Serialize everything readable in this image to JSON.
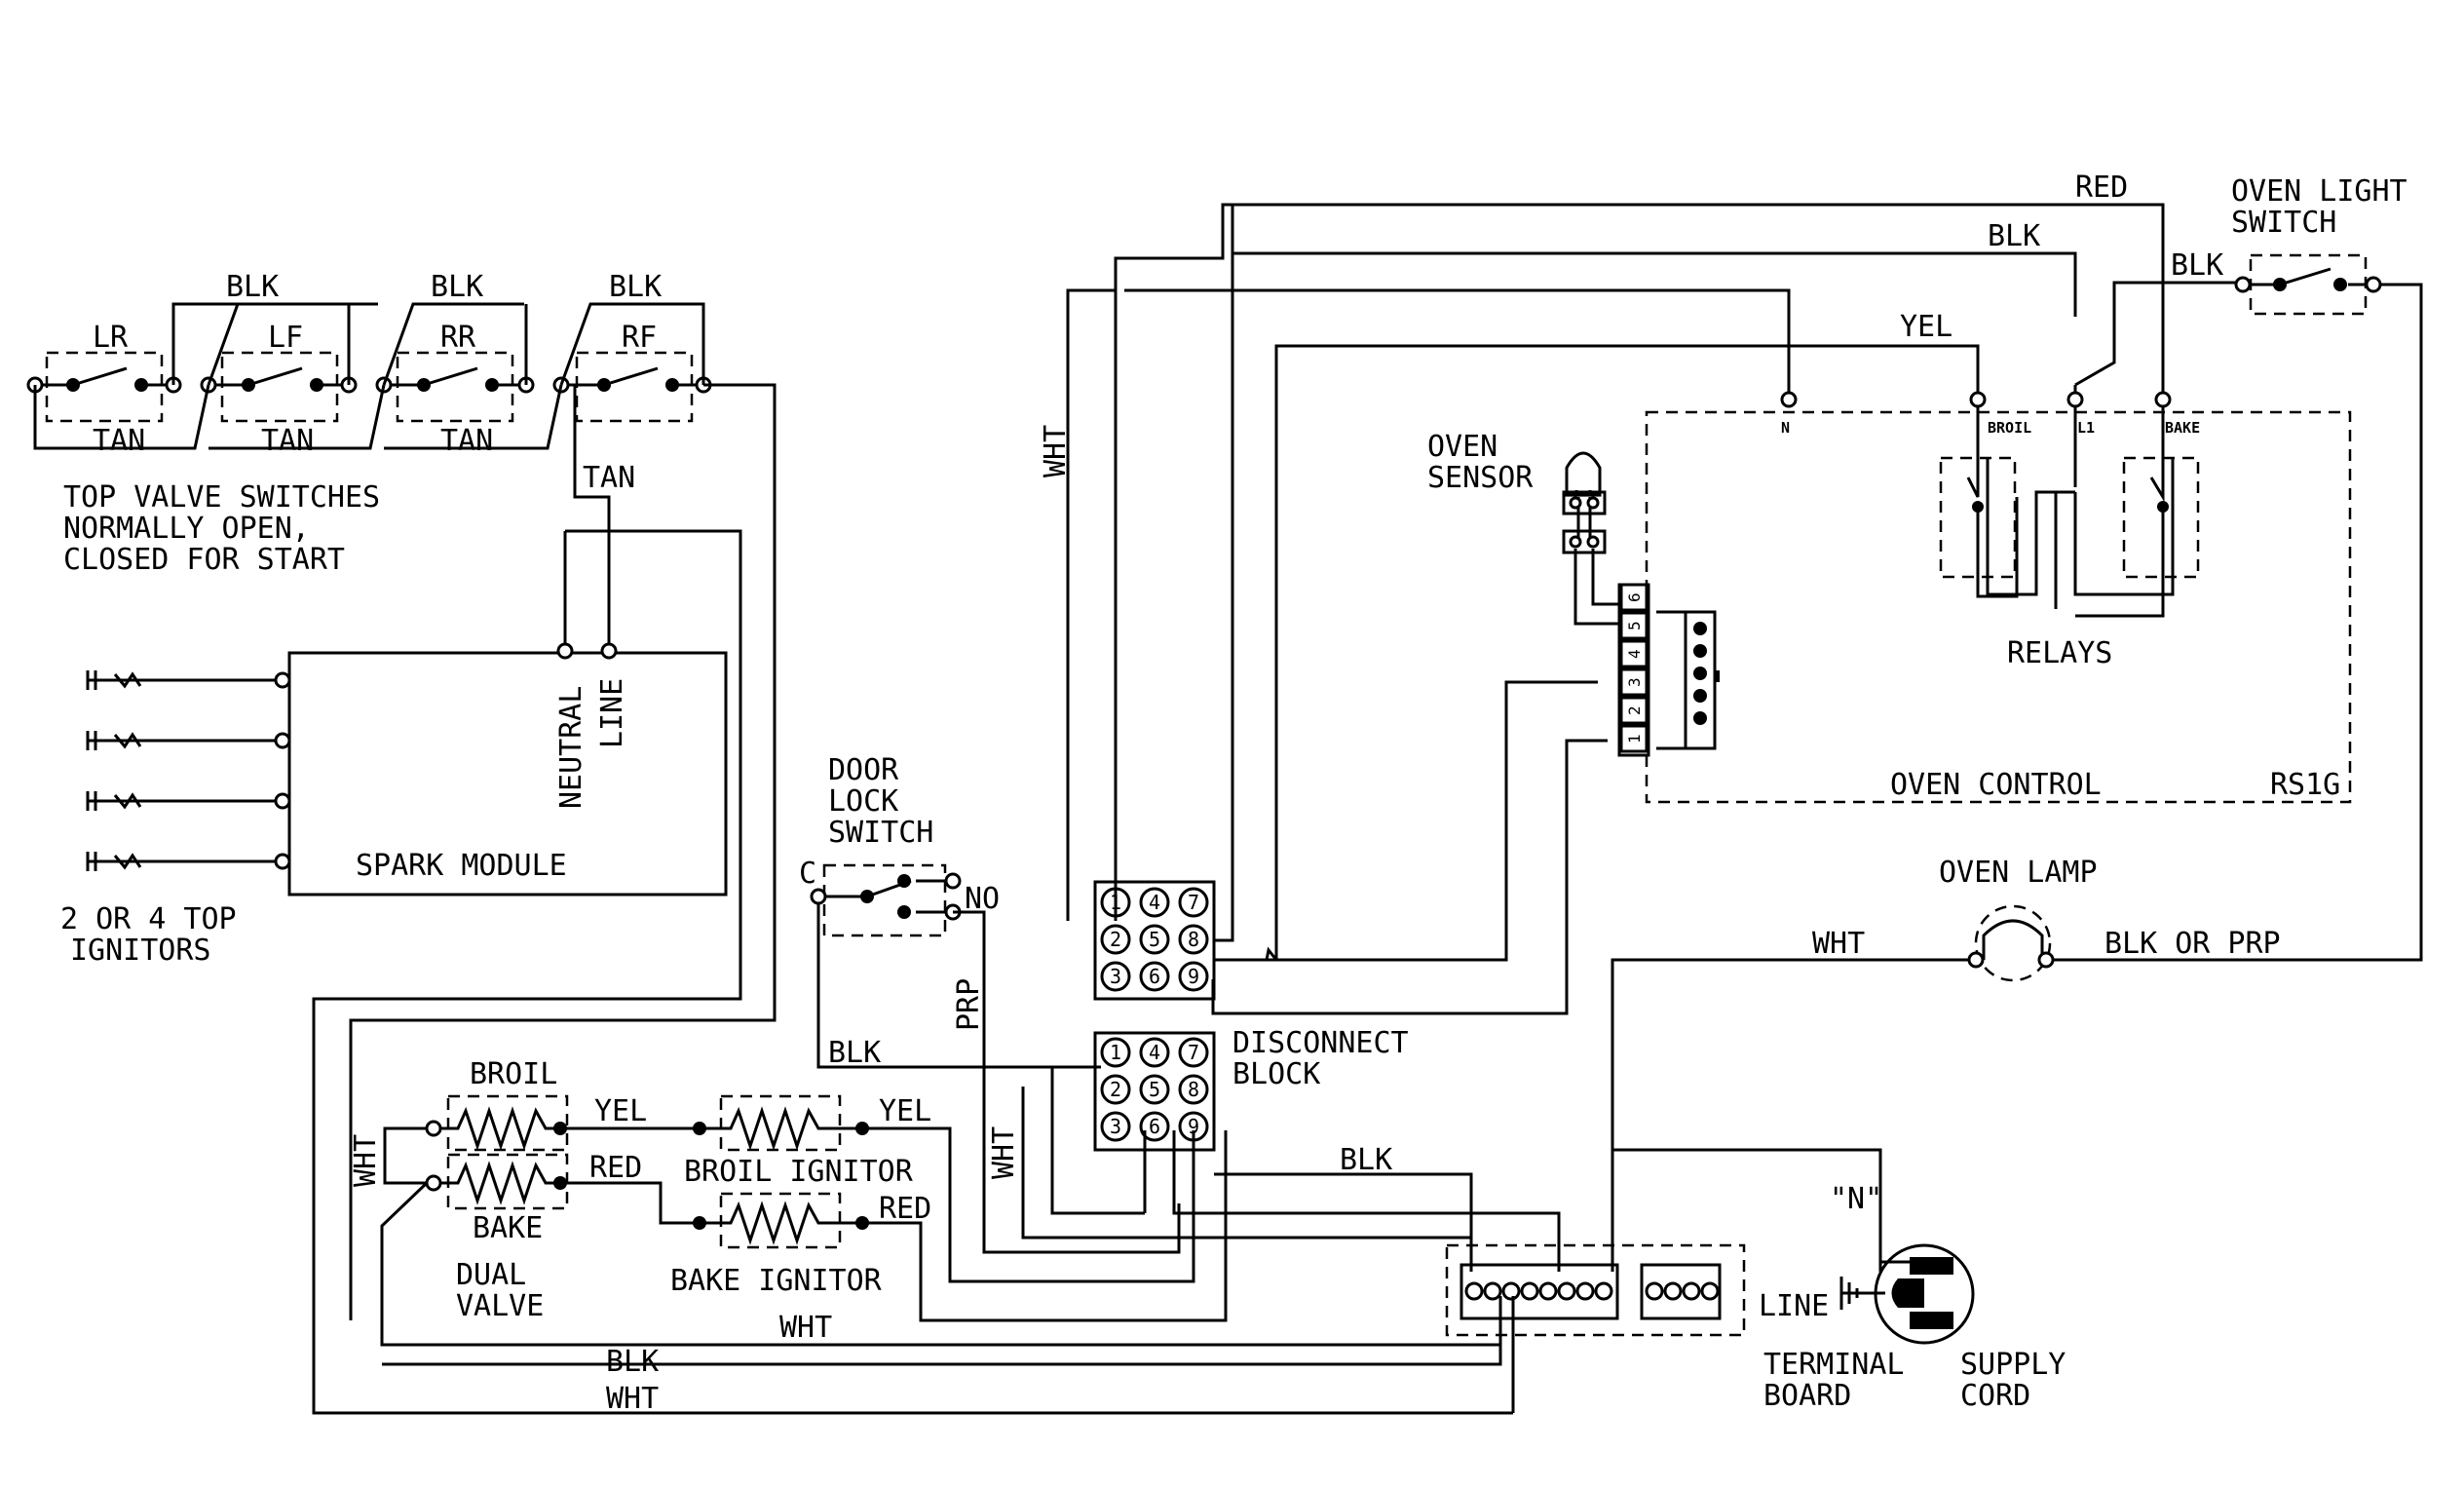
{
  "title": "",
  "top_switches": {
    "names": [
      "LR",
      "LF",
      "RR",
      "RF"
    ],
    "caption": [
      "TOP VALVE SWITCHES",
      "NORMALLY OPEN,",
      "CLOSED FOR START"
    ]
  },
  "spark_module": {
    "label": "SPARK MODULE",
    "neutral": "NEUTRAL",
    "line": "LINE",
    "ignitors_caption": [
      "2 OR 4 TOP",
      "IGNITORS"
    ]
  },
  "door_lock": {
    "label": [
      "DOOR",
      "LOCK",
      "SWITCH"
    ],
    "c": "C",
    "no": "NO"
  },
  "oven_sensor": {
    "label": [
      "OVEN",
      "SENSOR"
    ]
  },
  "oven_control": {
    "label": "OVEN CONTROL",
    "model": "RS1G",
    "relays": "RELAYS",
    "terminals": [
      "N",
      "BROIL",
      "L1",
      "BAKE"
    ],
    "connector_pins": [
      "6",
      "5",
      "4",
      "3",
      "2",
      "1"
    ]
  },
  "oven_light_switch": {
    "label": [
      "OVEN LIGHT",
      "SWITCH"
    ]
  },
  "oven_lamp": {
    "label": "OVEN LAMP"
  },
  "disconnect_block": {
    "label": [
      "DISCONNECT",
      "BLOCK"
    ],
    "pins": [
      "1",
      "4",
      "7",
      "2",
      "5",
      "8",
      "3",
      "6",
      "9"
    ]
  },
  "elements": {
    "broil": "BROIL",
    "bake": "BAKE",
    "dual_valve": [
      "DUAL",
      "VALVE"
    ],
    "broil_ignitor": "BROIL IGNITOR",
    "bake_ignitor": "BAKE IGNITOR"
  },
  "terminal_board": {
    "label": [
      "TERMINAL",
      "BOARD"
    ],
    "n": "\"N\"",
    "line": "LINE"
  },
  "supply_cord": {
    "label": [
      "SUPPLY",
      "CORD"
    ]
  },
  "wire_colors": {
    "blk": "BLK",
    "tan": "TAN",
    "wht": "WHT",
    "yel": "YEL",
    "red": "RED",
    "prp": "PRP",
    "blk_or_prp": "BLK OR PRP"
  }
}
